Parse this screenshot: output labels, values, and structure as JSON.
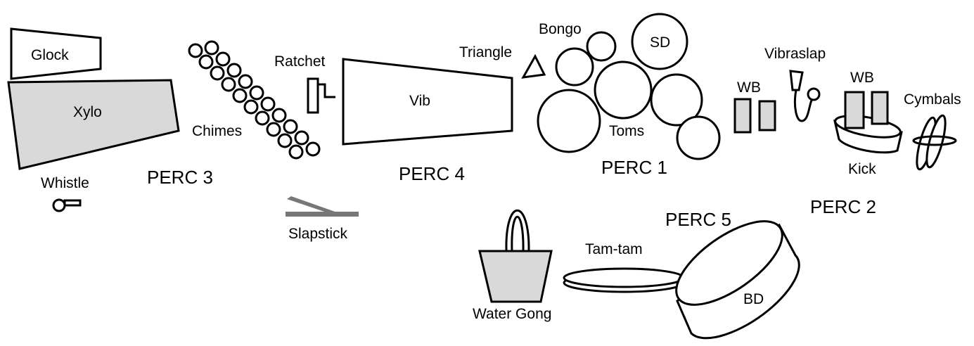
{
  "instruments": {
    "glock": "Glock",
    "xylo": "Xylo",
    "whistle": "Whistle",
    "chimes": "Chimes",
    "ratchet": "Ratchet",
    "slapstick": "Slapstick",
    "vib": "Vib",
    "triangle": "Triangle",
    "bongo": "Bongo",
    "sd": "SD",
    "toms": "Toms",
    "wb_left": "WB",
    "vibraslap": "Vibraslap",
    "wb_right": "WB",
    "cymbals": "Cymbals",
    "kick": "Kick",
    "water_gong": "Water Gong",
    "tam_tam": "Tam-tam",
    "bd": "BD"
  },
  "sections": {
    "perc1": "PERC 1",
    "perc2": "PERC 2",
    "perc3": "PERC 3",
    "perc4": "PERC 4",
    "perc5": "PERC 5"
  }
}
